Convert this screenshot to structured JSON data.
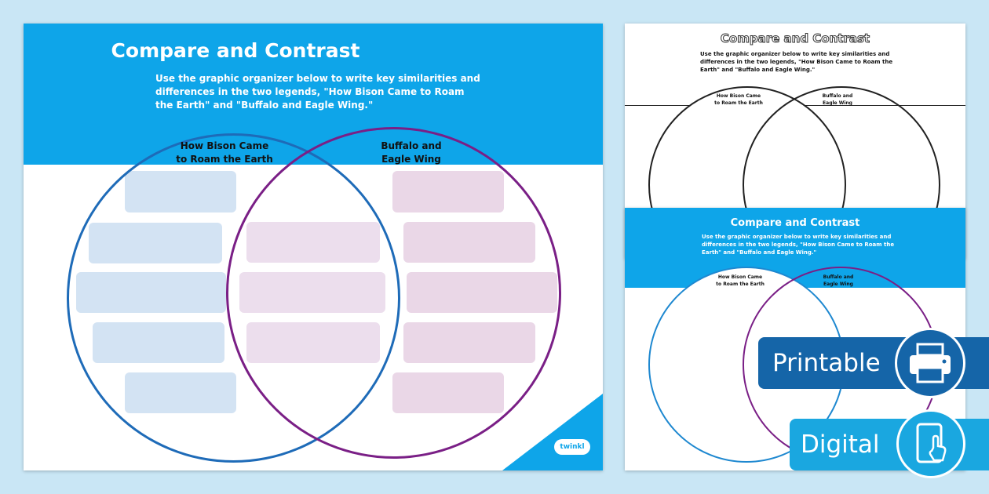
{
  "main_sheet": {
    "title": "Compare and Contrast",
    "instructions": "Use the graphic organizer below to write key similarities and differences in the two legends, \"How Bison Came to Roam the Earth\" and \"Buffalo and Eagle Wing.\"",
    "left_label": "How Bison Came\nto Roam the Earth",
    "right_label": "Buffalo and\nEagle Wing",
    "logo_text": "twinkl"
  },
  "back_sheet": {
    "title": "Compare and Contrast",
    "instructions": "Use the graphic organizer below to write key similarities and differences in the two legends, \"How Bison Came to Roam the Earth\" and \"Buffalo and Eagle Wing.\"",
    "left_label": "How Bison Came\nto Roam the Earth",
    "right_label": "Buffalo and\nEagle Wing"
  },
  "front_sheet": {
    "title": "Compare and Contrast",
    "instructions": "Use the graphic organizer below to write key similarities and differences in the two legends, \"How Bison Came to Roam the Earth\" and \"Buffalo and Eagle Wing.\"",
    "left_label": "How Bison Came\nto Roam the Earth",
    "right_label": "Buffalo and\nEagle Wing"
  },
  "badges": {
    "printable": "Printable",
    "digital": "Digital"
  },
  "colors": {
    "background": "#c9e6f5",
    "header_blue": "#0ea5e9",
    "circle_blue": "#1e6bb8",
    "circle_purple": "#7a1f86",
    "printable_badge": "#1565a8",
    "digital_badge": "#1aa7e0"
  },
  "icons": {
    "printable": "printer-icon",
    "digital": "tablet-touch-icon",
    "logo": "twinkl-logo"
  }
}
